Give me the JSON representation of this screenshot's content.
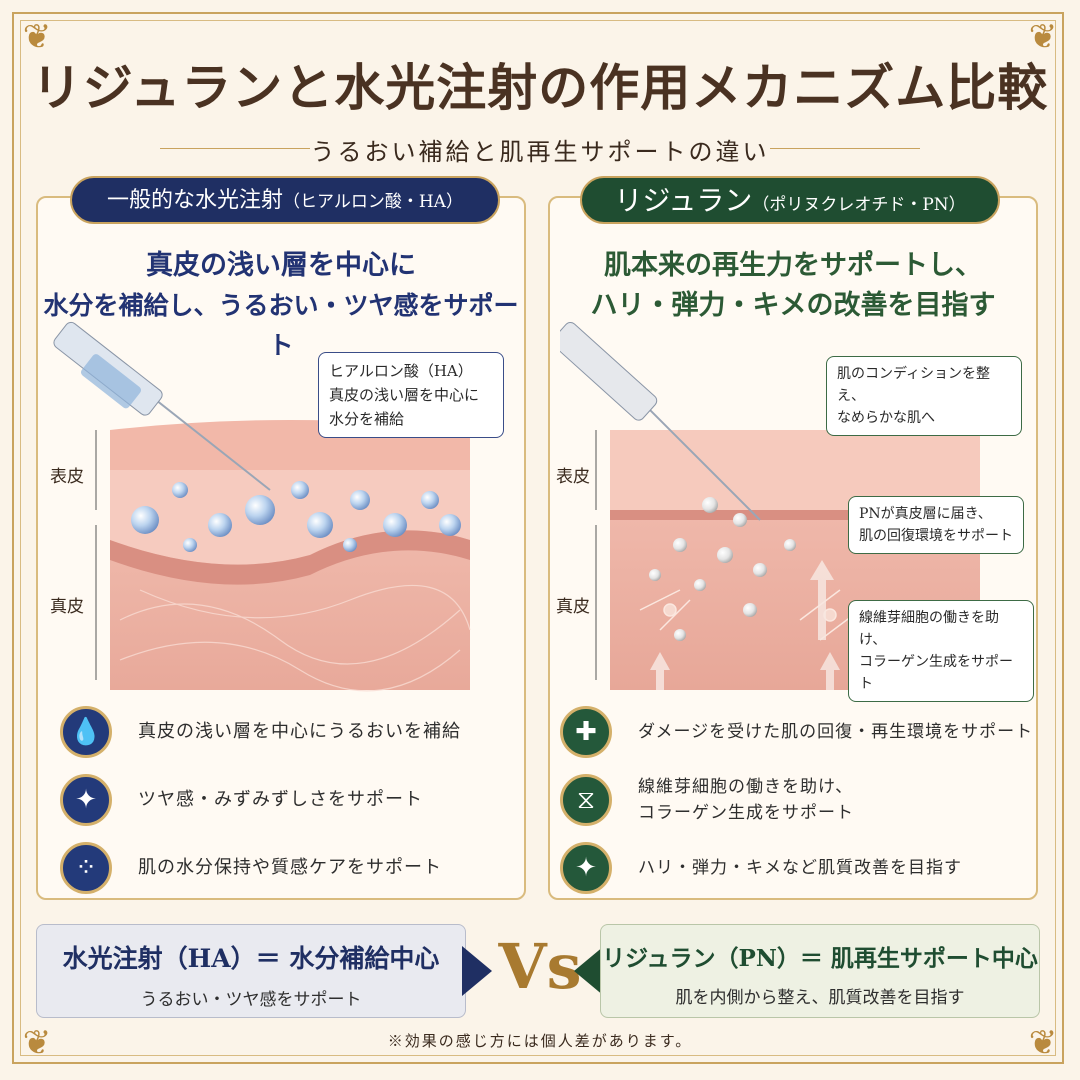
{
  "title": "リジュランと水光注射の作用メカニズム比較",
  "subtitle": "うるおい補給と肌再生サポートの違い",
  "left": {
    "header": "一般的な水光注射",
    "header_small": "（ヒアルロン酸・HA）",
    "lead_1": "真皮の浅い層を中心に",
    "lead_2": "水分を補給し、うるおい・ツヤ感をサポート",
    "bubble_title": "ヒアルロン酸（HA）",
    "bubble_l1": "真皮の浅い層を中心に",
    "bubble_l2": "水分を補給",
    "layer_epidermis": "表皮",
    "layer_dermis": "真皮",
    "features": [
      {
        "icon": "water-drop-icon",
        "text": "真皮の浅い層を中心にうるおいを補給"
      },
      {
        "icon": "sparkle-icon",
        "text": "ツヤ感・みずみずしさをサポート"
      },
      {
        "icon": "dots-icon",
        "text": "肌の水分保持や質感ケアをサポート"
      }
    ]
  },
  "right": {
    "header": "リジュラン",
    "header_small": "（ポリヌクレオチド・PN）",
    "lead_1": "肌本来の再生力をサポートし、",
    "lead_2": "ハリ・弾力・キメの改善を目指す",
    "bubble1_l1": "肌のコンディションを整え、",
    "bubble1_l2": "なめらかな肌へ",
    "bubble2_l1": "PNが真皮層に届き、",
    "bubble2_l2": "肌の回復環境をサポート",
    "bubble3_l1": "線維芽細胞の働きを助け、",
    "bubble3_l2": "コラーゲン生成をサポート",
    "layer_epidermis": "表皮",
    "layer_dermis": "真皮",
    "features": [
      {
        "icon": "shield-plus-icon",
        "text": "ダメージを受けた肌の回復・再生環境をサポート"
      },
      {
        "icon": "dna-icon",
        "text": "線維芽細胞の働きを助け、",
        "text2": "コラーゲン生成をサポート"
      },
      {
        "icon": "sparkle-icon",
        "text": "ハリ・弾力・キメなど肌質改善を目指す"
      }
    ]
  },
  "bottom": {
    "left_main": "水光注射（HA）＝ 水分補給中心",
    "left_sub": "うるおい・ツヤ感をサポート",
    "vs": "Vs",
    "right_main": "リジュラン（PN）＝ 肌再生サポート中心",
    "right_sub": "肌を内側から整え、肌質改善を目指す"
  },
  "note": "※効果の感じ方には個人差があります。",
  "colors": {
    "navy": "#1f2f63",
    "green": "#1f4d31",
    "gold": "#c9a35e",
    "skin": "#f0b4a8"
  }
}
